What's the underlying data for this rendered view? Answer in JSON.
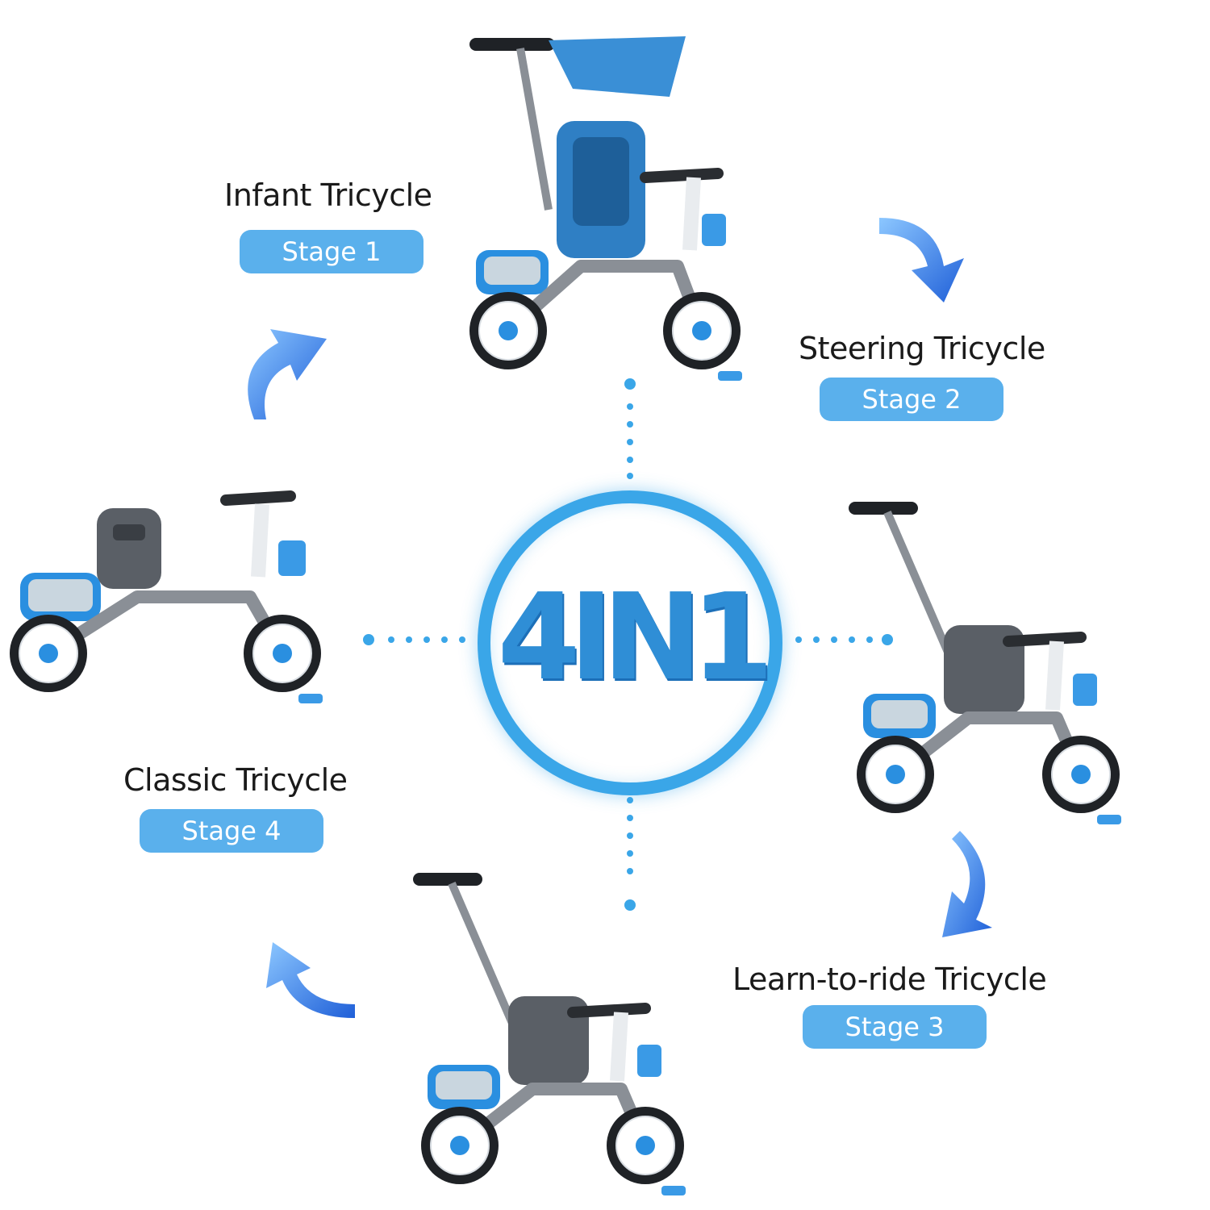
{
  "stages": [
    {
      "title": "Infant Tricycle",
      "badge": "Stage 1"
    },
    {
      "title": "Steering Tricycle",
      "badge": "Stage 2"
    },
    {
      "title": "Learn-to-ride Tricycle",
      "badge": "Stage 3"
    },
    {
      "title": "Classic Tricycle",
      "badge": "Stage 4"
    }
  ],
  "center_label": "4IN1",
  "colors": {
    "accent": "#3aa6e8",
    "badge": "#5ab0ec",
    "arrow": "#2a6fe0",
    "frame": "#8a8f96",
    "tire": "#1f2226"
  }
}
